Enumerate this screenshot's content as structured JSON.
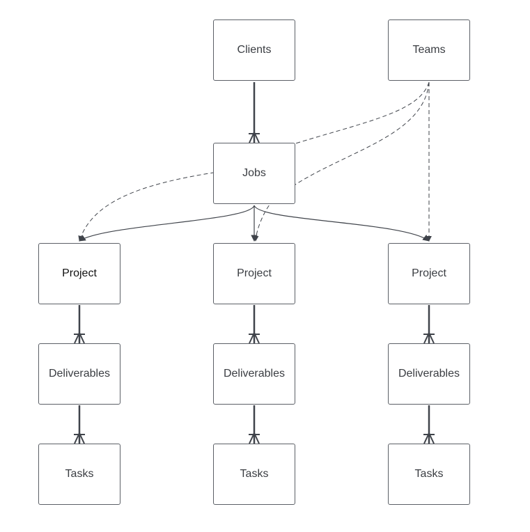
{
  "nodes": {
    "clients": "Clients",
    "teams": "Teams",
    "jobs": "Jobs",
    "project_1": "Project",
    "project_2": "Project",
    "project_3": "Project",
    "deliverables_1": "Deliverables",
    "deliverables_2": "Deliverables",
    "deliverables_3": "Deliverables",
    "tasks_1": "Tasks",
    "tasks_2": "Tasks",
    "tasks_3": "Tasks"
  },
  "relationships": [
    {
      "from": "Clients",
      "to": "Jobs",
      "kind": "one-to-many"
    },
    {
      "from": "Jobs",
      "to": "Project",
      "kind": "arrow"
    },
    {
      "from": "Teams",
      "to": "Project",
      "kind": "dashed-arrow"
    },
    {
      "from": "Project",
      "to": "Deliverables",
      "kind": "one-to-many"
    },
    {
      "from": "Deliverables",
      "to": "Tasks",
      "kind": "one-to-many"
    }
  ],
  "colors": {
    "line": "#3f434a",
    "border": "#5b5f66",
    "text": "#3a3d42",
    "background": "#ffffff"
  }
}
